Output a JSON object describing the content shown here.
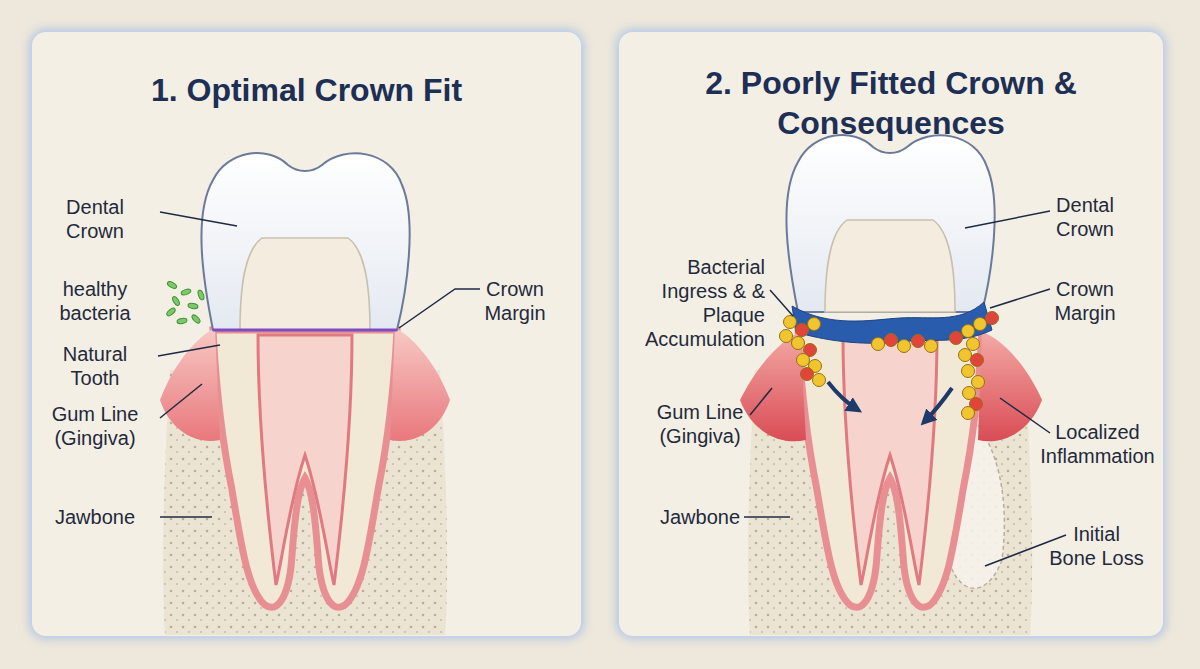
{
  "diagram": {
    "nodes": [
      {
        "text": [
          "1. Optimal Crown Fit"
        ]
      },
      {
        "text": [
          "2. Poorly Fitted Crown & Consequences"
        ]
      }
    ],
    "labels": [
      "Dental Crown",
      "healthy bacteria",
      "Natural Tooth",
      "Gum Line (Gingiva)",
      "Jawbone",
      "Crown Margin",
      "Dental Crown",
      "Bacterial Ingress & & Plaque Accumulation",
      "Crown Margin",
      "Gum Line (Gingiva)",
      "Localized Inflammation",
      "Jawbone",
      "Initial Bone Loss"
    ]
  }
}
